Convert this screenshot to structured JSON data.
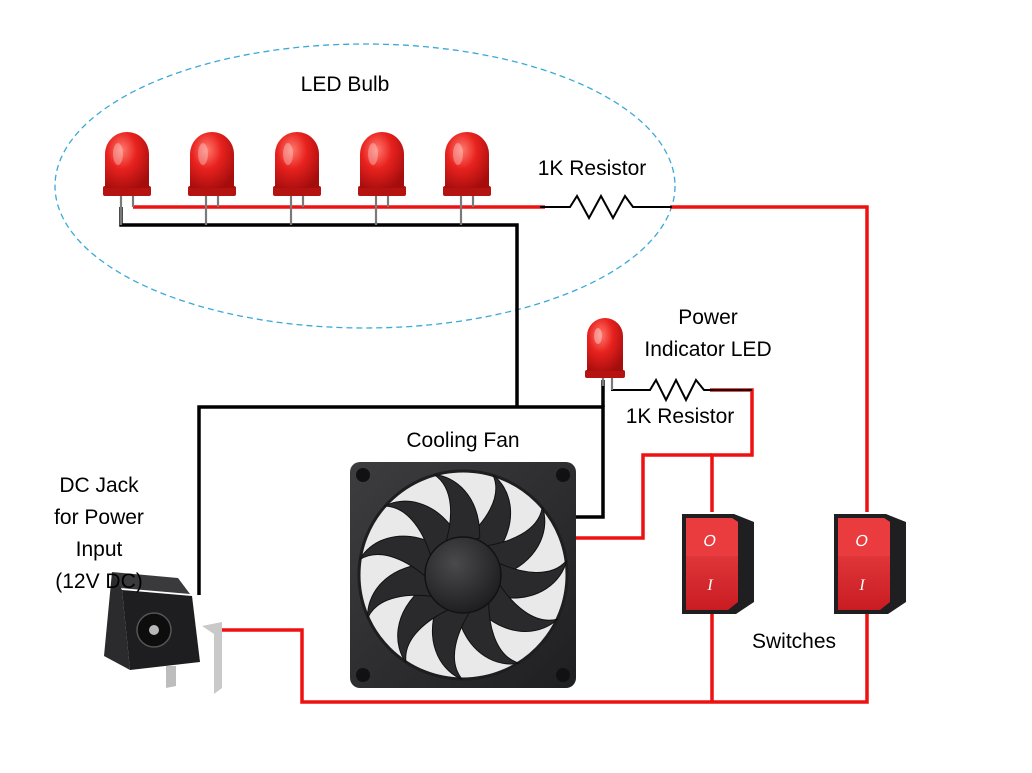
{
  "labels": {
    "led_group": "LED Bulb",
    "resistor_main": "1K Resistor",
    "power_led": [
      "Power",
      "Indicator LED"
    ],
    "resistor_indicator": "1K Resistor",
    "fan": "Cooling Fan",
    "dc_jack": [
      "DC Jack",
      "for Power",
      "Input",
      "(12V DC)"
    ],
    "switches": "Switches"
  },
  "switch_symbols": {
    "off": "O",
    "on": "I"
  },
  "components": {
    "led_count": 5
  },
  "colors": {
    "wire_positive": "#ee1111",
    "wire_ground": "#000000",
    "led_body": "#e01b1b",
    "led_group_outline": "#3ba9d6",
    "fan_frame": "#2b2b2d",
    "switch_red": "#e0262b"
  }
}
